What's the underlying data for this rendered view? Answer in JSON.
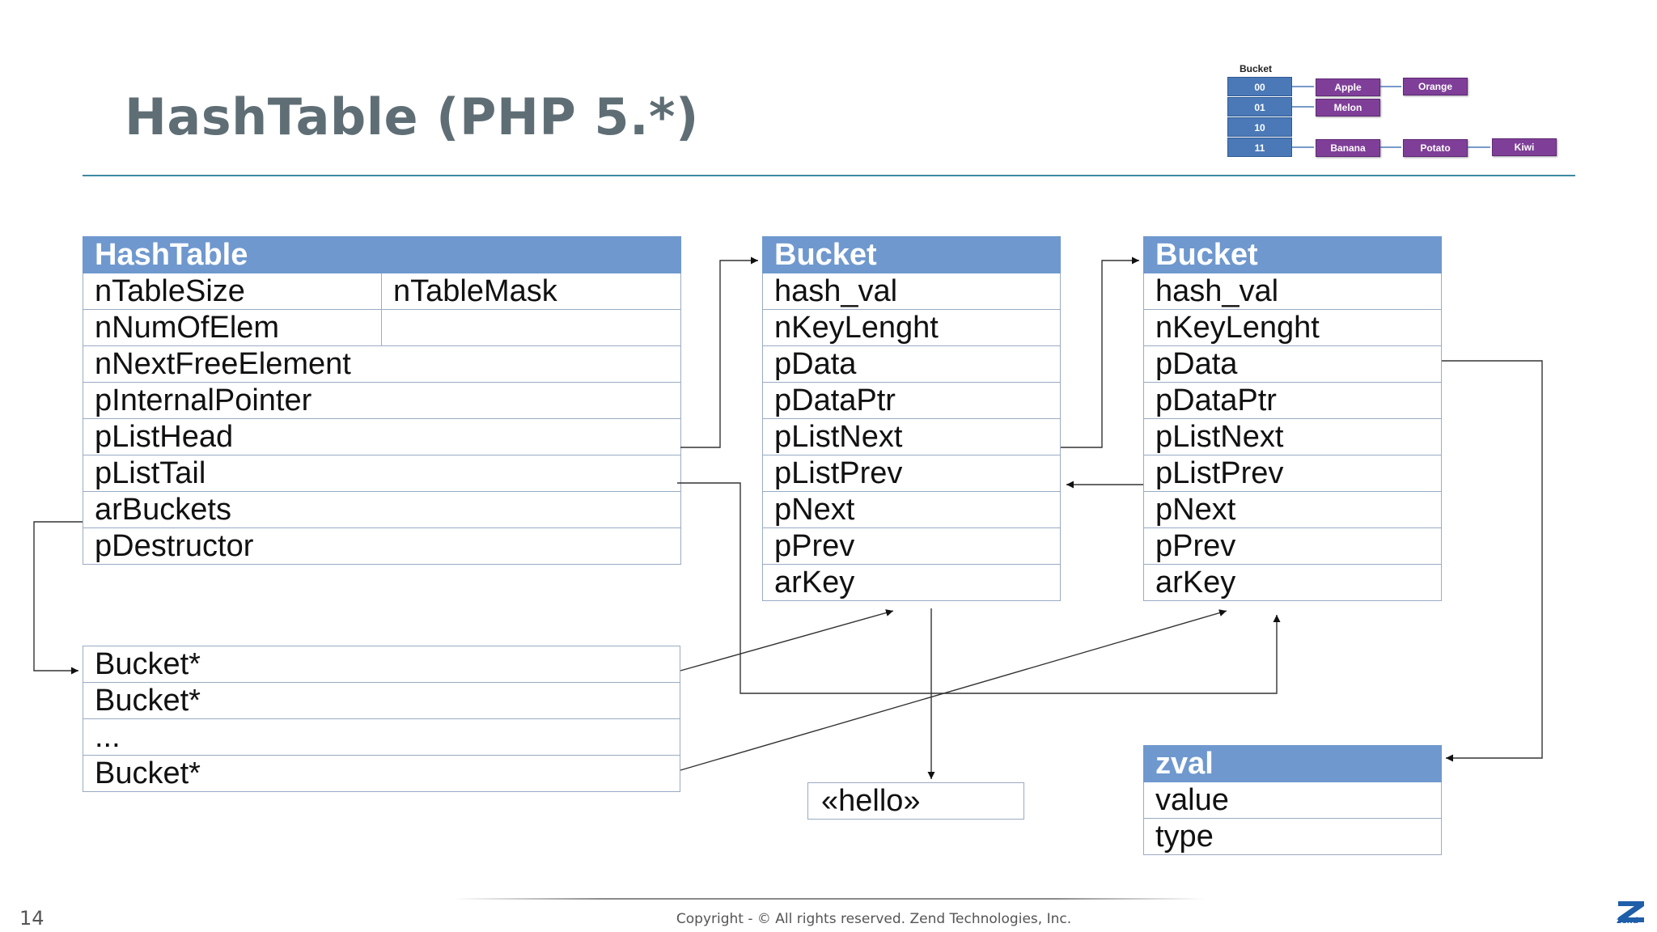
{
  "slide": {
    "title": "HashTable (PHP 5.*)",
    "page_number": "14",
    "copyright": "Copyright - © All rights reserved. Zend Technologies, Inc.",
    "logo_text": "zend"
  },
  "mini_diagram": {
    "label": "Bucket",
    "rows": [
      {
        "key": "00",
        "items": [
          "Apple",
          "Orange"
        ]
      },
      {
        "key": "01",
        "items": [
          "Melon"
        ]
      },
      {
        "key": "10",
        "items": []
      },
      {
        "key": "11",
        "items": [
          "Banana",
          "Potato",
          "Kiwi"
        ]
      }
    ]
  },
  "hashtable": {
    "header": "HashTable",
    "fields": [
      "nTableSize",
      "nTableMask",
      "nNumOfElem",
      "nNextFreeElement",
      "pInternalPointer",
      "pListHead",
      "pListTail",
      "arBuckets",
      "pDestructor"
    ]
  },
  "bucket_array": {
    "rows": [
      "Bucket*",
      "Bucket*",
      "...",
      "Bucket*"
    ]
  },
  "bucket1": {
    "header": "Bucket",
    "fields": [
      "hash_val",
      "nKeyLenght",
      "pData",
      "pDataPtr",
      "pListNext",
      "pListPrev",
      "pNext",
      "pPrev",
      "arKey"
    ]
  },
  "bucket2": {
    "header": "Bucket",
    "fields": [
      "hash_val",
      "nKeyLenght",
      "pData",
      "pDataPtr",
      "pListNext",
      "pListPrev",
      "pNext",
      "pPrev",
      "arKey"
    ]
  },
  "string_value": "«hello»",
  "zval": {
    "header": "zval",
    "fields": [
      "value",
      "type"
    ]
  },
  "colors": {
    "title": "#5f6e75",
    "header_fill": "#6f98ce",
    "rule": "#3f8aa0",
    "mini_bucket": "#4b79b7",
    "mini_item": "#7f3f98"
  }
}
